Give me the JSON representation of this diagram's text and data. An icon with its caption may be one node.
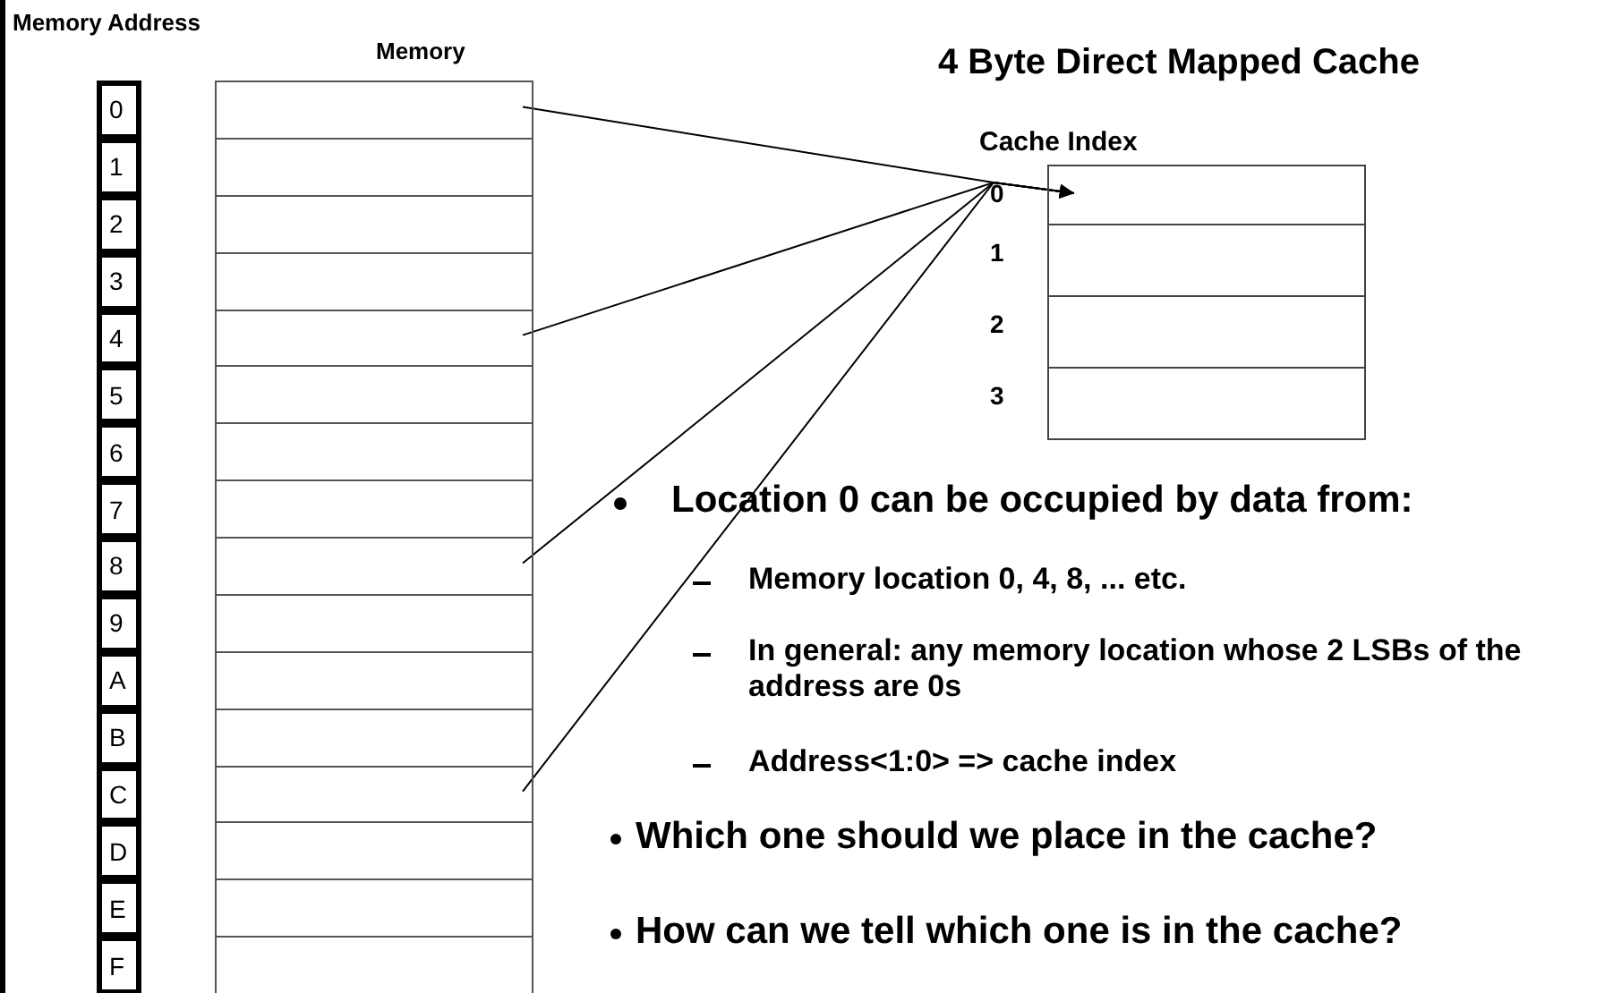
{
  "diagram": {
    "title": "4 Byte Direct Mapped Cache",
    "nodes": [
      {
        "text": [
          "0"
        ]
      },
      {
        "text": [
          "1"
        ]
      },
      {
        "text": [
          "2"
        ]
      },
      {
        "text": [
          "3"
        ]
      },
      {
        "text": [
          "4"
        ]
      },
      {
        "text": [
          "5"
        ]
      },
      {
        "text": [
          "6"
        ]
      },
      {
        "text": [
          "7"
        ]
      },
      {
        "text": [
          "8"
        ]
      },
      {
        "text": [
          "9"
        ]
      },
      {
        "text": [
          "A"
        ]
      },
      {
        "text": [
          "B"
        ]
      },
      {
        "text": [
          "C"
        ]
      },
      {
        "text": [
          "D"
        ]
      },
      {
        "text": [
          "E"
        ]
      },
      {
        "text": [
          "F"
        ]
      },
      {
        "text": [],
        "shape": "box"
      },
      {
        "text": [],
        "shape": "box"
      },
      {
        "text": [],
        "shape": "box"
      },
      {
        "text": [],
        "shape": "box"
      },
      {
        "text": [],
        "shape": "box"
      },
      {
        "text": [],
        "shape": "box"
      },
      {
        "text": [],
        "shape": "box"
      },
      {
        "text": [],
        "shape": "box"
      },
      {
        "text": [],
        "shape": "box"
      },
      {
        "text": [],
        "shape": "box"
      },
      {
        "text": [],
        "shape": "box"
      },
      {
        "text": [],
        "shape": "box"
      },
      {
        "text": [],
        "shape": "box"
      },
      {
        "text": [],
        "shape": "box"
      },
      {
        "text": [],
        "shape": "box"
      },
      {
        "text": [],
        "shape": "box"
      },
      {
        "text": [],
        "shape": "box",
        "beside": [
          "0"
        ]
      },
      {
        "text": [],
        "shape": "box",
        "beside": [
          "1"
        ]
      },
      {
        "text": [],
        "shape": "box",
        "beside": [
          "2"
        ]
      },
      {
        "text": [],
        "shape": "box",
        "beside": [
          "3"
        ]
      }
    ],
    "edges": [
      {
        "from": 16,
        "to": 32,
        "arrow": "to"
      },
      {
        "from": 20,
        "to": 32,
        "arrow": "to"
      },
      {
        "from": 24,
        "to": 32,
        "arrow": "to"
      },
      {
        "from": 28,
        "to": 32,
        "arrow": "to"
      }
    ],
    "labels": [
      "Memory Address",
      "Memory",
      "Cache Index",
      "Location 0 can be occupied by data from:",
      "Memory location 0, 4, 8, ... etc.",
      "In general: any memory location whose 2 LSBs of the address are 0s",
      "Address<1:0> => cache index",
      "Which one should we place in the cache?",
      "How can we tell which one is in the cache?"
    ]
  }
}
